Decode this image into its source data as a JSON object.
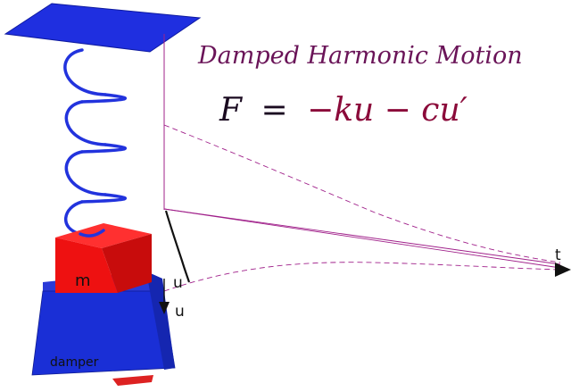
{
  "title": "Damped Harmonic Motion",
  "equation": {
    "lhs": "F",
    "equals": "=",
    "rhs": "−ku − cu′"
  },
  "labels": {
    "mass": "m",
    "damper": "damper",
    "displacement_axis": "u",
    "displacement_arrow": "u",
    "time_axis": "t"
  },
  "colors": {
    "spring_blue": "#2233dd",
    "mass_red": "#ee1111",
    "damper_blue": "#1a2fd6",
    "curve_purple": "#a0208a",
    "title_purple": "#6a1458",
    "equation_dark": "#1a0a20",
    "equation_red": "#8b0a3a"
  }
}
